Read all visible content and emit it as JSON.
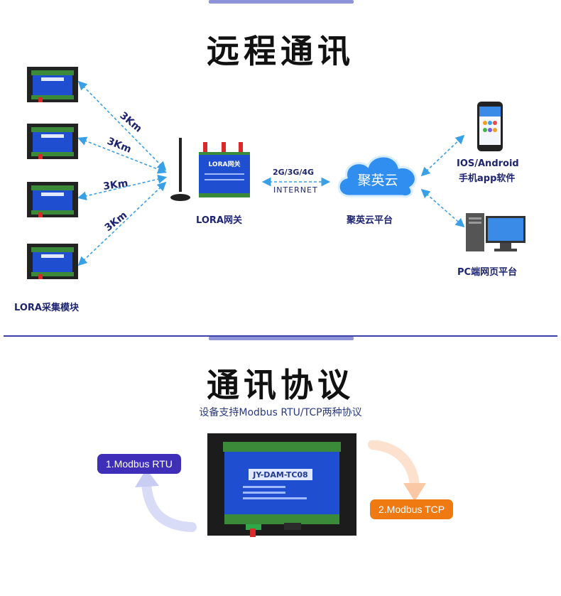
{
  "section1": {
    "title": "远程通讯",
    "module_label": "LORA采集模块",
    "gateway_label": "LORA网关",
    "gateway_screen": "LORA网关",
    "distances": [
      "3Km",
      "3Km",
      "3Km",
      "3Km"
    ],
    "network_top": "2G/3G/4G",
    "network_bottom": "INTERNET",
    "cloud_name": "聚英云",
    "cloud_label": "聚英云平台",
    "mobile_label_1": "IOS/Android",
    "mobile_label_2": "手机app软件",
    "pc_label": "PC端网页平台"
  },
  "section2": {
    "title": "通讯协议",
    "subtitle": "设备支持Modbus RTU/TCP两种协议",
    "device_model": "JY-DAM-TC08",
    "protocol_1": "1.Modbus RTU",
    "protocol_2": "2.Modbus TCP"
  },
  "colors": {
    "rule": "#3b3fa8",
    "pill_rtu": "#3f2fb8",
    "pill_tcp": "#f07a12",
    "device_blue": "#1f4fd0",
    "cloud_blue": "#2f8ef0"
  }
}
